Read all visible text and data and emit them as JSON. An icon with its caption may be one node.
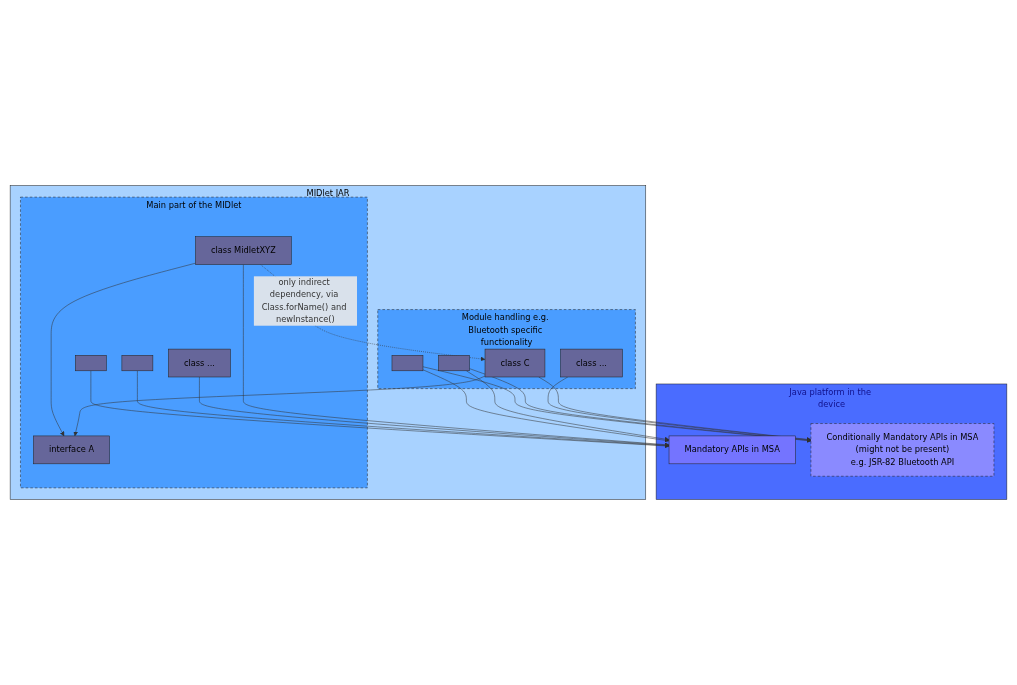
{
  "diagram": {
    "nodes": [
      {
        "text": [
          "MIDlet JAR"
        ]
      },
      {
        "text": [
          "Main part of the MIDlet"
        ],
        "in": 0
      },
      {
        "text": [],
        "shape": "box",
        "in": 1
      },
      {
        "text": [],
        "shape": "box",
        "in": 1
      },
      {
        "text": [
          "class ..."
        ],
        "in": 1
      },
      {
        "text": [
          "class MidletXYZ"
        ],
        "in": 1
      },
      {
        "text": [
          "interface A"
        ],
        "in": 1
      },
      {
        "text": [
          "Module handling e.g. Bluetooth specific functionality"
        ],
        "in": 0
      },
      {
        "text": [],
        "shape": "box",
        "in": 7
      },
      {
        "text": [],
        "shape": "box",
        "in": 7
      },
      {
        "text": [
          "class ..."
        ],
        "in": 7
      },
      {
        "text": [
          "class C"
        ],
        "in": 7
      },
      {
        "text": [
          "Java platform in the device"
        ]
      },
      {
        "text": [
          "Mandatory APIs in MSA"
        ],
        "in": 12
      },
      {
        "text": [
          "Conditionally Mandatory APIs in MSA",
          "(might not be present)",
          "e.g. JSR-82 Bluetooth API"
        ],
        "in": 12
      }
    ],
    "edges": [
      {
        "from": 5,
        "to": 6,
        "arrow": "to"
      },
      {
        "from": 11,
        "to": 6,
        "arrow": "to"
      },
      {
        "from": 5,
        "to": 11,
        "arrow": "to",
        "style": "dashed",
        "label": "only indirect dependency, via Class.forName() and newInstance()"
      },
      {
        "from": 2,
        "to": 13,
        "arrow": "to"
      },
      {
        "from": 3,
        "to": 13,
        "arrow": "to"
      },
      {
        "from": 4,
        "to": 13,
        "arrow": "to"
      },
      {
        "from": 5,
        "to": 13,
        "arrow": "to"
      },
      {
        "from": 8,
        "to": 13,
        "arrow": "to"
      },
      {
        "from": 9,
        "to": 13,
        "arrow": "to"
      },
      {
        "from": 8,
        "to": 14,
        "arrow": "to"
      },
      {
        "from": 9,
        "to": 14,
        "arrow": "to"
      },
      {
        "from": 10,
        "to": 14,
        "arrow": "to"
      },
      {
        "from": 11,
        "to": 14,
        "arrow": "to"
      }
    ]
  }
}
